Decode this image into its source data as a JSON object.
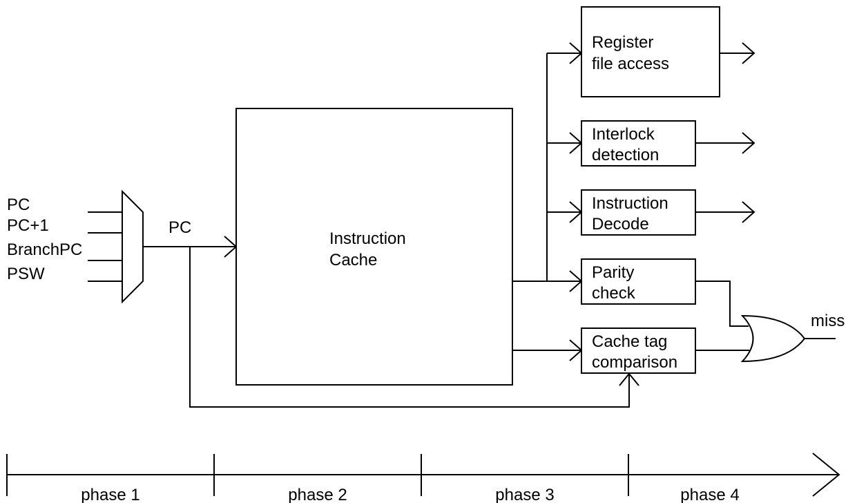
{
  "mux": {
    "inputs": [
      "PC",
      "PC+1",
      "BranchPC",
      "PSW"
    ],
    "output_label": "PC"
  },
  "cache": {
    "line1": "Instruction",
    "line2": "Cache"
  },
  "blocks": {
    "register": {
      "line1": "Register",
      "line2": "file access"
    },
    "interlock": {
      "line1": "Interlock",
      "line2": "detection"
    },
    "decode": {
      "line1": "Instruction",
      "line2": "Decode"
    },
    "parity": {
      "line1": "Parity",
      "line2": "check"
    },
    "tag": {
      "line1": "Cache tag",
      "line2": "comparison"
    }
  },
  "or_gate": {
    "output_label": "miss"
  },
  "timeline": {
    "phases": [
      "phase 1",
      "phase 2",
      "phase 3",
      "phase 4"
    ]
  }
}
